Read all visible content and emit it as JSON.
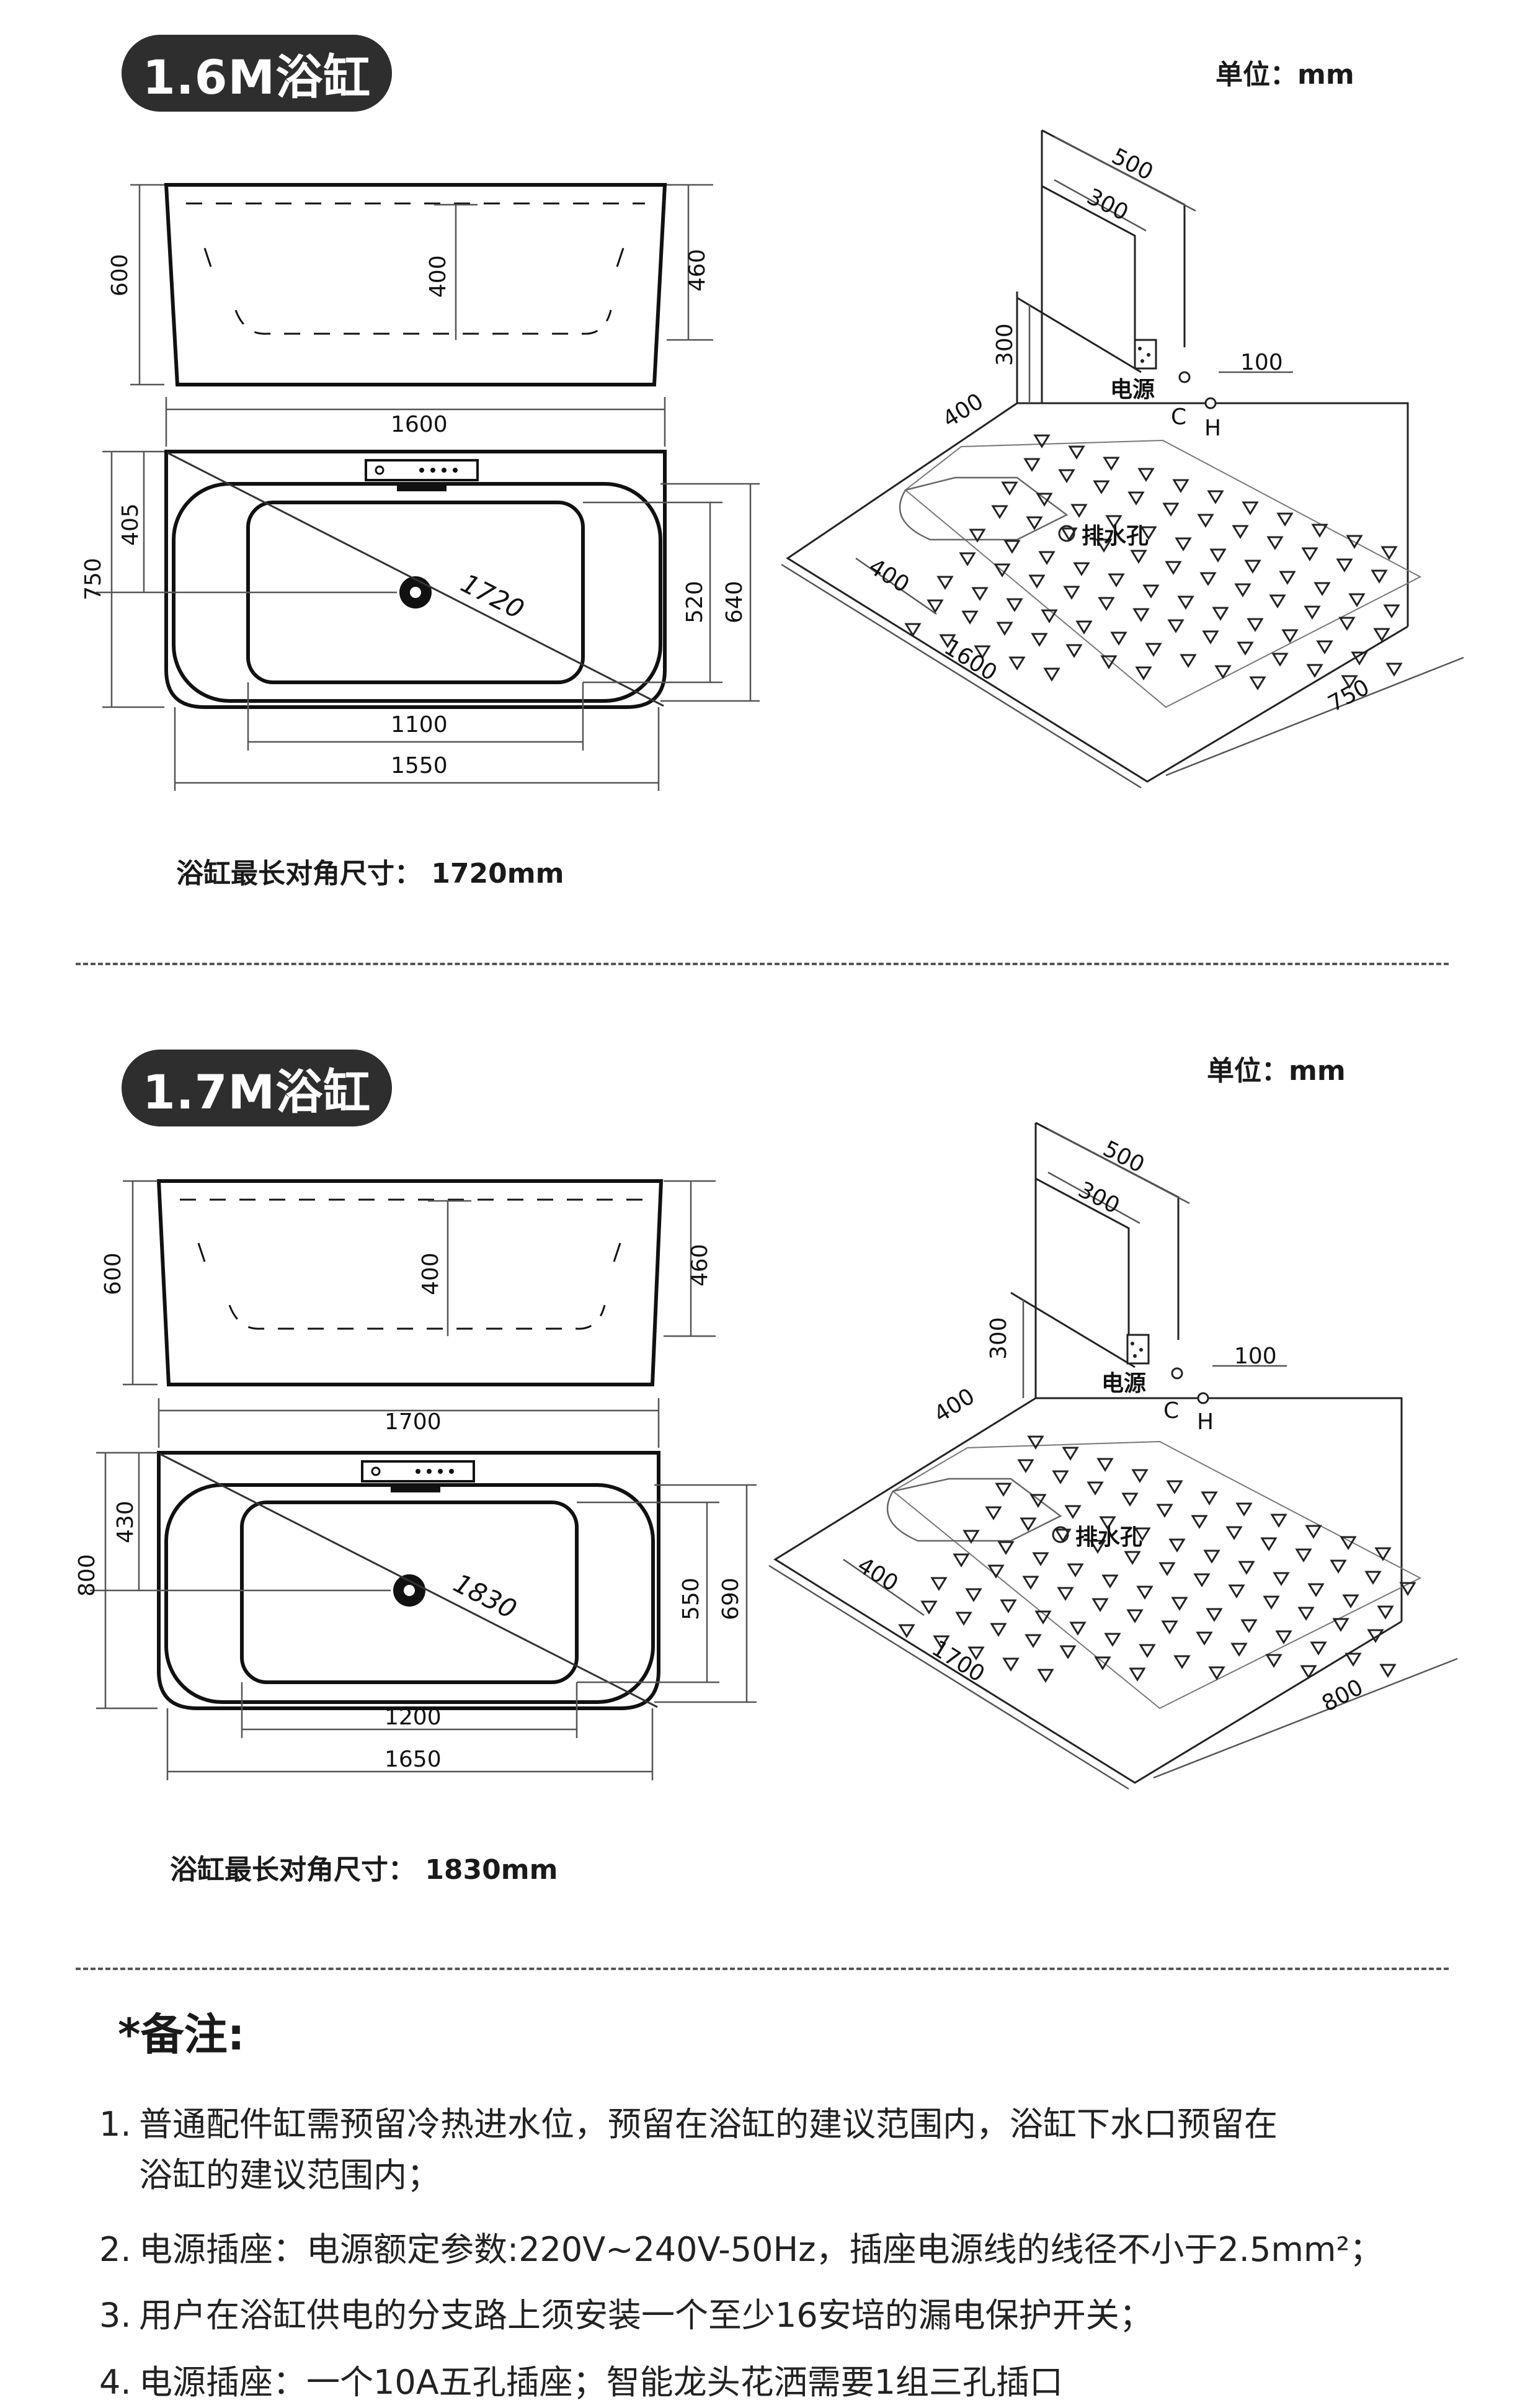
{
  "sections": [
    {
      "badge": "1.6M浴缸",
      "unit": "单位：mm",
      "side": {
        "w": "600",
        "inner": "400",
        "rim": "460"
      },
      "top": {
        "top_len": "1600",
        "inner_len": "1100",
        "outer_len": "1550",
        "width": "750",
        "drain_offset": "405",
        "inner_w": "520",
        "outer_w": "640",
        "diagonal": "1720"
      },
      "iso": {
        "d500": "500",
        "d300": "300",
        "h300": "300",
        "d100": "100",
        "d400": "400",
        "d400b": "400",
        "length": "1600",
        "width": "750",
        "power": "电源",
        "cold": "C",
        "hot": "H",
        "drain": "排水孔"
      },
      "caption": "浴缸最长对角尺寸： 1720mm"
    },
    {
      "badge": "1.7M浴缸",
      "unit": "单位：mm",
      "side": {
        "w": "600",
        "inner": "400",
        "rim": "460"
      },
      "top": {
        "top_len": "1700",
        "inner_len": "1200",
        "outer_len": "1650",
        "width": "800",
        "drain_offset": "430",
        "inner_w": "550",
        "outer_w": "690",
        "diagonal": "1830"
      },
      "iso": {
        "d500": "500",
        "d300": "300",
        "h300": "300",
        "d100": "100",
        "d400": "400",
        "d400b": "400",
        "length": "1700",
        "width": "800",
        "power": "电源",
        "cold": "C",
        "hot": "H",
        "drain": "排水孔"
      },
      "caption": "浴缸最长对角尺寸： 1830mm"
    }
  ],
  "notes": {
    "title": "*备注:",
    "items": [
      {
        "num": "1.",
        "text": "普通配件缸需预留冷热进水位，预留在浴缸的建议范围内，浴缸下水口预留在",
        "text2": "浴缸的建议范围内；"
      },
      {
        "num": "2.",
        "text": "电源插座：电源额定参数:220V~240V-50Hz，插座电源线的线径不小于2.5mm²；"
      },
      {
        "num": "3.",
        "text": "用户在浴缸供电的分支路上须安装一个至少16安培的漏电保护开关；"
      },
      {
        "num": "4.",
        "text": "电源插座：一个10A五孔插座；智能龙头花洒需要1组三孔插口"
      }
    ]
  }
}
